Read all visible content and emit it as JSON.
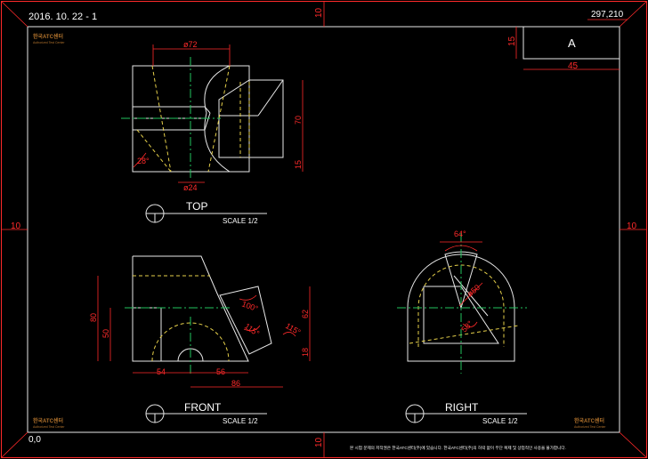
{
  "sheet": {
    "date": "2016. 10. 22 - 1",
    "paper_size": "297,210",
    "origin": "0,0",
    "margin_marks": [
      "10",
      "10",
      "10",
      "10"
    ],
    "copyright": "본 시험 문제의 저작권은 한국ATC센터(주)에 있습니다. 한국ATC센터(주)의 허락 없이 무단 복제 및 상업적인 사용을 불가합니다.",
    "brand": {
      "name": "한국ATC센터",
      "sub": "Authorized Test Center"
    }
  },
  "title_block": {
    "label": "A",
    "height_dim": "15",
    "width_dim": "45"
  },
  "views": {
    "top": {
      "label": "TOP",
      "scale": "SCALE 1/2"
    },
    "front": {
      "label": "FRONT",
      "scale": "SCALE 1/2"
    },
    "right": {
      "label": "RIGHT",
      "scale": "SCALE 1/2"
    }
  },
  "dimensions": {
    "top": {
      "phi72": "ø72",
      "d70": "70",
      "d15": "15",
      "ang28": "28°",
      "phi24": "ø24"
    },
    "front": {
      "d80": "80",
      "d50": "50",
      "d62": "62",
      "d18": "18",
      "d54": "54",
      "d56": "56",
      "d86": "86",
      "ang100": "100°",
      "ang115a": "115°",
      "ang115b": "115°"
    },
    "right": {
      "ang64": "64°",
      "phi50": "ø50",
      "ang58": "58°"
    }
  },
  "colors": {
    "outline": "#e8e8e8",
    "hidden": "#e6d04a",
    "center": "#22c55e",
    "dimension": "#ff2a2a"
  }
}
